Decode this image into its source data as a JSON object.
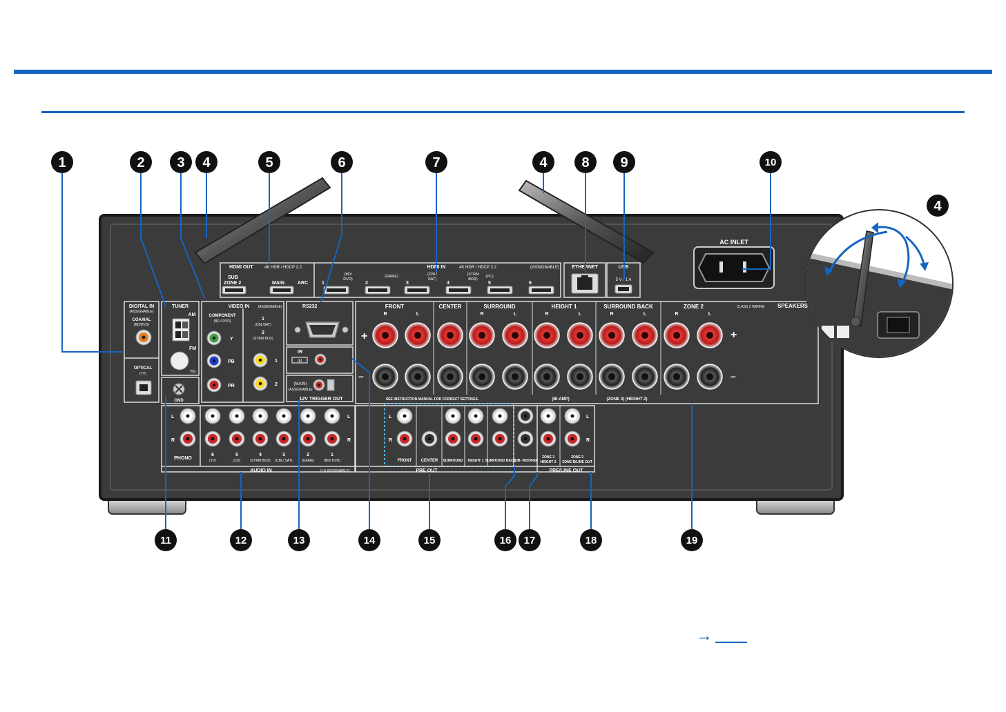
{
  "rear_panel": {
    "digital_in": {
      "title": "DIGITAL IN",
      "sub": "(ASSIGNABLE)",
      "coaxial": "COAXIAL",
      "coaxial_src": "(BD/DVD)",
      "optical": "OPTICAL",
      "optical_src": "(TV)"
    },
    "tuner": {
      "title": "TUNER",
      "am": "AM",
      "fm": "FM",
      "ohm": "75Ω"
    },
    "gnd": "GND",
    "video_in": {
      "title": "VIDEO IN",
      "sub": "(ASSIGNABLE)",
      "component": "COMPONENT",
      "component_src": "(BD / DVD)",
      "y": "Y",
      "pb": "PB",
      "pr": "PR",
      "v1": "1",
      "v1_src": "(CBL/SAT)",
      "v2": "2",
      "v2_src": "(STRM BOX)"
    },
    "hdmi_out": {
      "title": "HDMI OUT",
      "spec": "4K HDR / HDCP 2.2",
      "sub": "SUB",
      "zone2": "ZONE 2",
      "main": "MAIN",
      "arc": "ARC"
    },
    "hdmi_in": {
      "title": "HDMI IN",
      "spec": "4K HDR / HDCP 2.2",
      "assign": "(ASSIGNABLE)",
      "ports": [
        {
          "num": "1",
          "src": "(BD/ DVD)"
        },
        {
          "num": "2",
          "src": "(GAME)"
        },
        {
          "num": "3",
          "src": "(CBL/ SAT)"
        },
        {
          "num": "4",
          "src": "(STRM BOX)"
        },
        {
          "num": "5",
          "src": "(PC)"
        },
        {
          "num": "6",
          "src": ""
        }
      ]
    },
    "rs232": "RS232",
    "ir": {
      "title": "IR",
      "in": "IN"
    },
    "trigger": {
      "main": "(MAIN)",
      "assign": "(ASSIGNABLE)",
      "title": "12V TRIGGER OUT"
    },
    "ethernet": "ETHERNET",
    "usb": {
      "title": "USB",
      "rating": "5 V / 1 A"
    },
    "ac_inlet": "AC INLET",
    "speakers": {
      "class": "CLASS 2 WIRING",
      "title": "SPEAKERS",
      "channels": [
        "FRONT",
        "CENTER",
        "SURROUND",
        "HEIGHT 1",
        "SURROUND BACK",
        "ZONE 2"
      ],
      "r": "R",
      "l": "L",
      "plus": "+",
      "minus": "–",
      "notice": "SEE INSTRUCTION MANUAL FOR CORRECT SETTINGS.",
      "biamp": "(BI-AMP)",
      "zone3": "(ZONE 3)  (HEIGHT 2)"
    },
    "audio_in": {
      "title": "AUDIO IN",
      "assign": "(1-6 ASSIGNABLE)",
      "phono": "PHONO",
      "l": "L",
      "r": "R",
      "inputs": [
        {
          "num": "6",
          "src": "(TV)"
        },
        {
          "num": "5",
          "src": "(CD)"
        },
        {
          "num": "4",
          "src": "(STRM BOX)"
        },
        {
          "num": "3",
          "src": "(CBL/ SAT)"
        },
        {
          "num": "2",
          "src": "(GAME)"
        },
        {
          "num": "1",
          "src": "(BD/ DVD)"
        }
      ]
    },
    "pre_out": {
      "title": "PRE OUT",
      "labels": [
        "FRONT",
        "CENTER",
        "SURROUND",
        "HEIGHT 1",
        "SURROUND BACK"
      ],
      "subwoofer": "SUB- WOOFER"
    },
    "pre_line_out": {
      "title": "PRE/LINE OUT",
      "zone3": "ZONE 3",
      "zone3_sub": "HEIGHT 2",
      "zone2": "ZONE 2",
      "zone2_sub": "ZONE B/LINE OUT"
    }
  },
  "callouts_top": [
    "1",
    "2",
    "3",
    "4",
    "5",
    "6",
    "7",
    "4",
    "8",
    "9",
    "10"
  ],
  "callout_inset": "4",
  "callouts_bottom": [
    "11",
    "12",
    "13",
    "14",
    "15",
    "16",
    "17",
    "18",
    "19"
  ],
  "colors": {
    "accent": "#1565c0",
    "panel": "#3a3a3a",
    "jack_red": "#c62828",
    "jack_yellow": "#f9d71c",
    "jack_green": "#43a047",
    "jack_blue": "#1e40c8",
    "jack_orange": "#e67e22"
  }
}
